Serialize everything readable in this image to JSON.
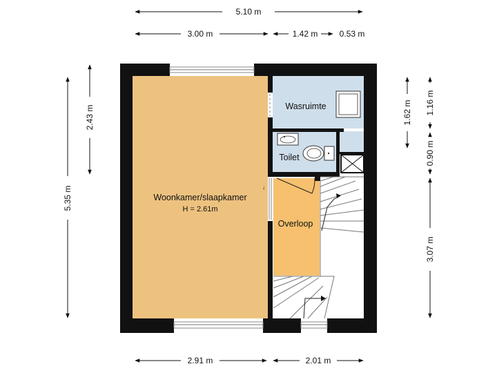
{
  "colors": {
    "woonkamer": "#edc27f",
    "overloop": "#f6c06e",
    "wasruimte": "#cfdeeb",
    "toilet": "#cfdeeb",
    "wall": "#111111",
    "background": "#ffffff"
  },
  "dimensions": {
    "top_total": "5.10 m",
    "top_left": "3.00 m",
    "top_mid": "1.42 m",
    "top_right": "0.53 m",
    "bottom_left": "2.91 m",
    "bottom_right": "2.01 m",
    "left_outer": "5.35 m",
    "left_inner": "2.43 m",
    "right_a": "1.62 m",
    "right_b": "1.16 m",
    "right_c": "0.90 m",
    "right_d": "3.07 m"
  },
  "rooms": {
    "woonkamer": {
      "label": "Woonkamer/slaapkamer",
      "height": "H = 2.61m"
    },
    "wasruimte": {
      "label": "Wasruimte"
    },
    "toilet": {
      "label": "Toilet"
    },
    "overloop": {
      "label": "Overloop"
    }
  },
  "icons": [
    "washing-machine-icon",
    "sink-icon",
    "toilet-icon",
    "shaft-icon",
    "stairs-icon",
    "door-icon",
    "window-icon"
  ]
}
